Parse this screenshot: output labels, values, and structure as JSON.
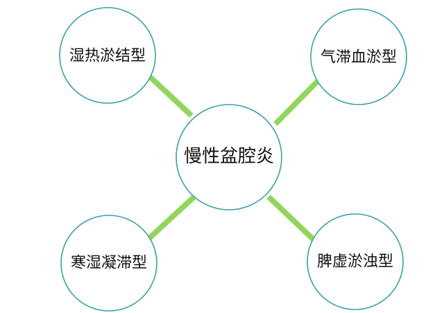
{
  "diagram": {
    "center": {
      "label": "慢性盆腔炎"
    },
    "nodes": {
      "top_left": {
        "label": "湿热淤结型"
      },
      "top_right": {
        "label": "气滞血淤型"
      },
      "bottom_left": {
        "label": "寒湿凝滞型"
      },
      "bottom_right": {
        "label": "脾虚淤浊型"
      }
    },
    "colors": {
      "connector": "#93d55c",
      "circle_border": "#3aa0a8",
      "text": "#111111"
    }
  }
}
